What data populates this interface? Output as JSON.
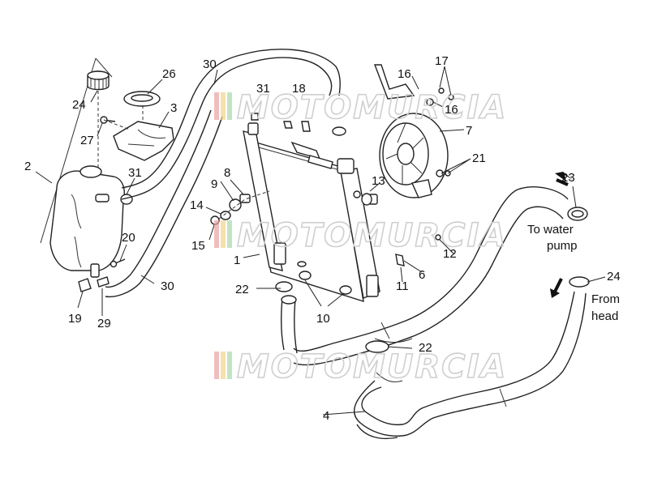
{
  "diagram": {
    "callouts": {
      "p1": "1",
      "p2": "2",
      "p3": "3",
      "p4": "4",
      "p6": "6",
      "p7": "7",
      "p8": "8",
      "p9": "9",
      "p10": "10",
      "p11": "11",
      "p12": "12",
      "p13": "13",
      "p14": "14",
      "p15": "15",
      "p16a": "16",
      "p16b": "16",
      "p17": "17",
      "p18": "18",
      "p19": "19",
      "p20": "20",
      "p21": "21",
      "p22a": "22",
      "p22b": "22",
      "p23": "23",
      "p24a": "24",
      "p24b": "24",
      "p26": "26",
      "p27": "27",
      "p29": "29",
      "p30a": "30",
      "p30b": "30",
      "p31a": "31",
      "p31b": "31"
    },
    "notes": {
      "to_pump_line1": "To water",
      "to_pump_line2": "pump",
      "from_head_line1": "From",
      "from_head_line2": "head"
    },
    "watermark": "MOTOMURCIA"
  }
}
